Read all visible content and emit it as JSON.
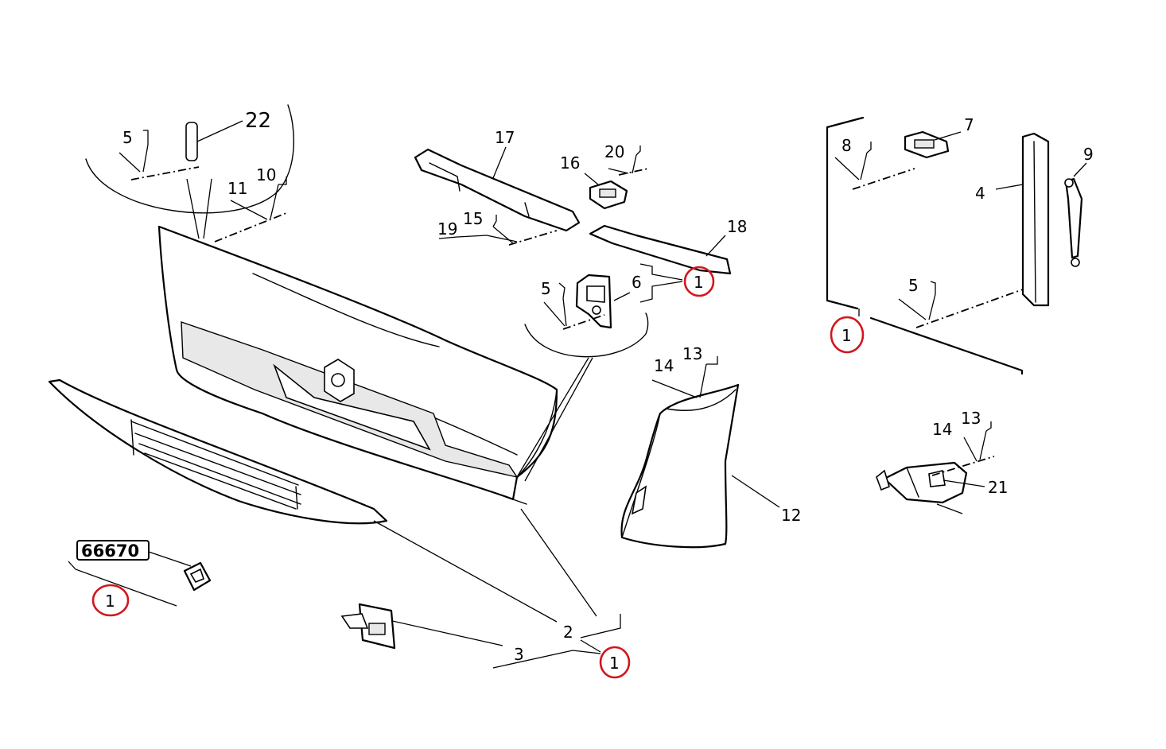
{
  "labels": {
    "l1": "1",
    "l2": "2",
    "l3": "3",
    "l4": "4",
    "l5": "5",
    "l6": "6",
    "l7": "7",
    "l8": "8",
    "l9": "9",
    "l10": "10",
    "l11": "11",
    "l12": "12",
    "l13": "13",
    "l14": "14",
    "l15": "15",
    "l16": "16",
    "l17": "17",
    "l18": "18",
    "l19": "19",
    "l20": "20",
    "l21": "21",
    "l22": "22"
  },
  "part_code": "66670",
  "highlight_color": "#d2161e"
}
